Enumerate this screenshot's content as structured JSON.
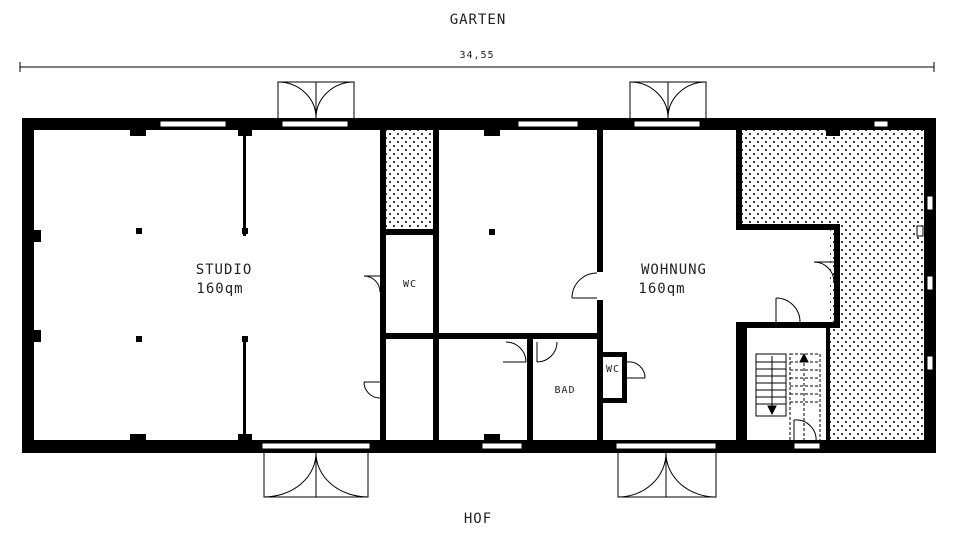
{
  "labels": {
    "top": "GARTEN",
    "dimension": "34,55",
    "bottom": "HOF"
  },
  "rooms": {
    "studio_name": "STUDIO",
    "studio_area": "160qm",
    "wohnung_name": "WOHNUNG",
    "wohnung_area": "160qm",
    "wc_left": "WC",
    "wc_right": "WC",
    "bad": "BAD"
  },
  "colors": {
    "wall": "#000000",
    "background": "#ffffff",
    "text": "#222222"
  },
  "icons": {
    "stair": "stair-arrow-icon",
    "door": "door-swing-icon",
    "window": "window-icon"
  }
}
